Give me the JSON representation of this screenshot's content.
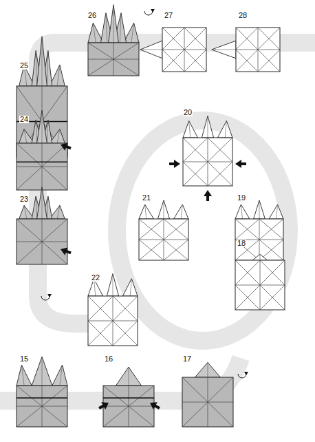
{
  "diagram": {
    "labels": [
      "26",
      "27",
      "28",
      "25",
      "20",
      "24",
      "21",
      "19",
      "23",
      "18",
      "22",
      "15",
      "16",
      "17"
    ]
  }
}
